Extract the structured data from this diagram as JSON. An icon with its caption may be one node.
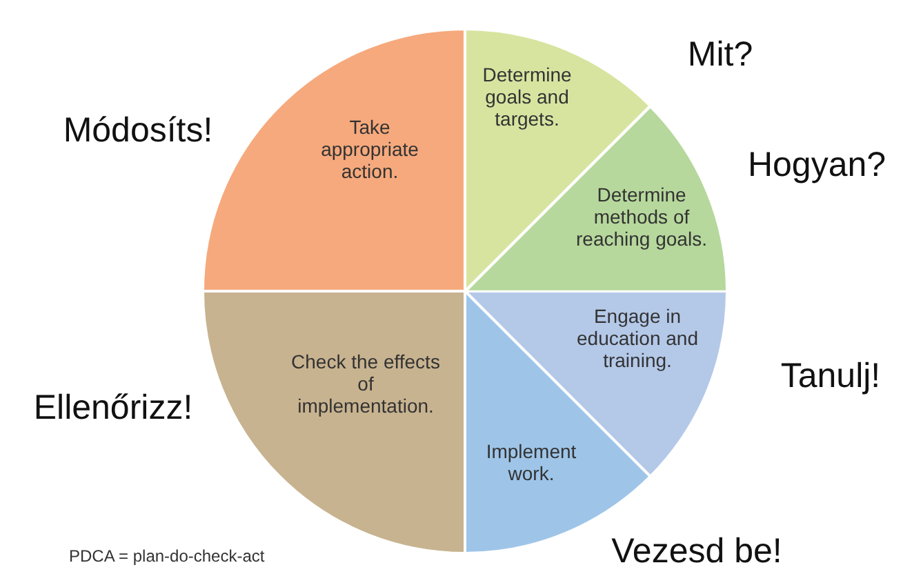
{
  "diagram": {
    "nodes": [
      {
        "text": [
          "Take appropriate action."
        ],
        "beside": [
          "Módosíts!"
        ]
      },
      {
        "text": [
          "Determine goals and targets."
        ],
        "beside": [
          "Mit?"
        ]
      },
      {
        "text": [
          "Determine methods of reaching goals."
        ],
        "beside": [
          "Hogyan?"
        ]
      },
      {
        "text": [
          "Engage in education and training."
        ],
        "beside": [
          "Tanulj!"
        ]
      },
      {
        "text": [
          "Implement work."
        ],
        "beside": [
          "Vezesd be!"
        ]
      },
      {
        "text": [
          "Check the effects of implementation."
        ],
        "beside": [
          "Ellenőrizz!"
        ]
      }
    ],
    "labels": [
      "PDCA = plan-do-check-act"
    ]
  }
}
